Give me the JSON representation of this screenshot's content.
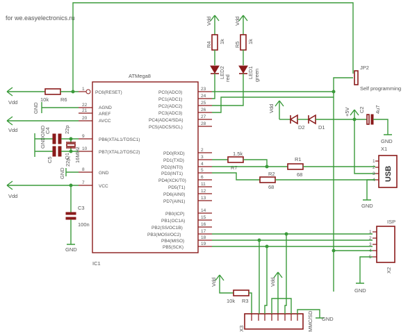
{
  "credit": "for we.easyelectronics.ru",
  "mcu": {
    "name": "ATMega8",
    "ref": "IC1",
    "left_pins": [
      {
        "name": "PC6(RESET)",
        "num": "1"
      },
      {
        "name": "AGND",
        "num": "22"
      },
      {
        "name": "AREF",
        "num": "21"
      },
      {
        "name": "AVCC",
        "num": "20"
      },
      {
        "name": "PB6(XTAL1/TOSC1)",
        "num": "9"
      },
      {
        "name": "PB7(XTAL2/TOSC2)",
        "num": "10"
      },
      {
        "name": "GND",
        "num": "8"
      },
      {
        "name": "VCC",
        "num": "7"
      }
    ],
    "right_pins": [
      {
        "name": "PC0(ADC0)",
        "num": "23"
      },
      {
        "name": "PC1(ADC1)",
        "num": "24"
      },
      {
        "name": "PC2(ADC2)",
        "num": "25"
      },
      {
        "name": "PC3(ADC3)",
        "num": "26"
      },
      {
        "name": "PC4(ADC4/SDA)",
        "num": "27"
      },
      {
        "name": "PC5(ADC5/SCL)",
        "num": "28"
      },
      {
        "name": "PD0(RXD)",
        "num": "2"
      },
      {
        "name": "PD1(TXD)",
        "num": "3"
      },
      {
        "name": "PD2(INT0)",
        "num": "4"
      },
      {
        "name": "PD3(INT1)",
        "num": "5"
      },
      {
        "name": "PD4(XCK/T0)",
        "num": "6"
      },
      {
        "name": "PD5(T1)",
        "num": "11"
      },
      {
        "name": "PD6(AIN0)",
        "num": "12"
      },
      {
        "name": "PD7(AIN1)",
        "num": "13"
      },
      {
        "name": "PB0(ICP)",
        "num": "14"
      },
      {
        "name": "PB1(OC1A)",
        "num": "15"
      },
      {
        "name": "PB2(SS/OC1B)",
        "num": "16"
      },
      {
        "name": "PB3(MOSI/OC2)",
        "num": "17"
      },
      {
        "name": "PB4(MISO)",
        "num": "18"
      },
      {
        "name": "PB5(SCK)",
        "num": "19"
      }
    ]
  },
  "power": {
    "vdd": "Vdd",
    "gnd": "GND",
    "plus5": "+5V"
  },
  "parts": {
    "R6": {
      "ref": "R6",
      "value": "10k"
    },
    "R4": {
      "ref": "R4",
      "value": "1k"
    },
    "R5": {
      "ref": "R5",
      "value": "1k"
    },
    "LED2": {
      "ref": "LED2",
      "color": "red"
    },
    "LED1": {
      "ref": "LED1",
      "color": "green"
    },
    "C4": {
      "ref": "C4",
      "value": "22p"
    },
    "C5": {
      "ref": "C5",
      "value": "22p"
    },
    "Q1": {
      "ref": "Q1",
      "value": "16MHz"
    },
    "C3": {
      "ref": "C3",
      "value": "100n"
    },
    "R7": {
      "ref": "R7",
      "value": "1.5k"
    },
    "R1": {
      "ref": "R1",
      "value": "68"
    },
    "R2": {
      "ref": "R2",
      "value": "68"
    },
    "R3": {
      "ref": "R3",
      "value": "10k"
    },
    "JP2": {
      "ref": "JP2",
      "label": "Self programming"
    },
    "D1": {
      "ref": "D1"
    },
    "D2": {
      "ref": "D2"
    },
    "C2": {
      "ref": "C2",
      "value": "4u7"
    },
    "X1": {
      "ref": "X1",
      "label": "USB"
    },
    "X2": {
      "ref": "X2",
      "label": "ISP"
    },
    "X3": {
      "ref": "X3",
      "label": "MMC/SD"
    }
  },
  "gnd_labels": {
    "c45": "GNDGND",
    "short": "GND"
  }
}
